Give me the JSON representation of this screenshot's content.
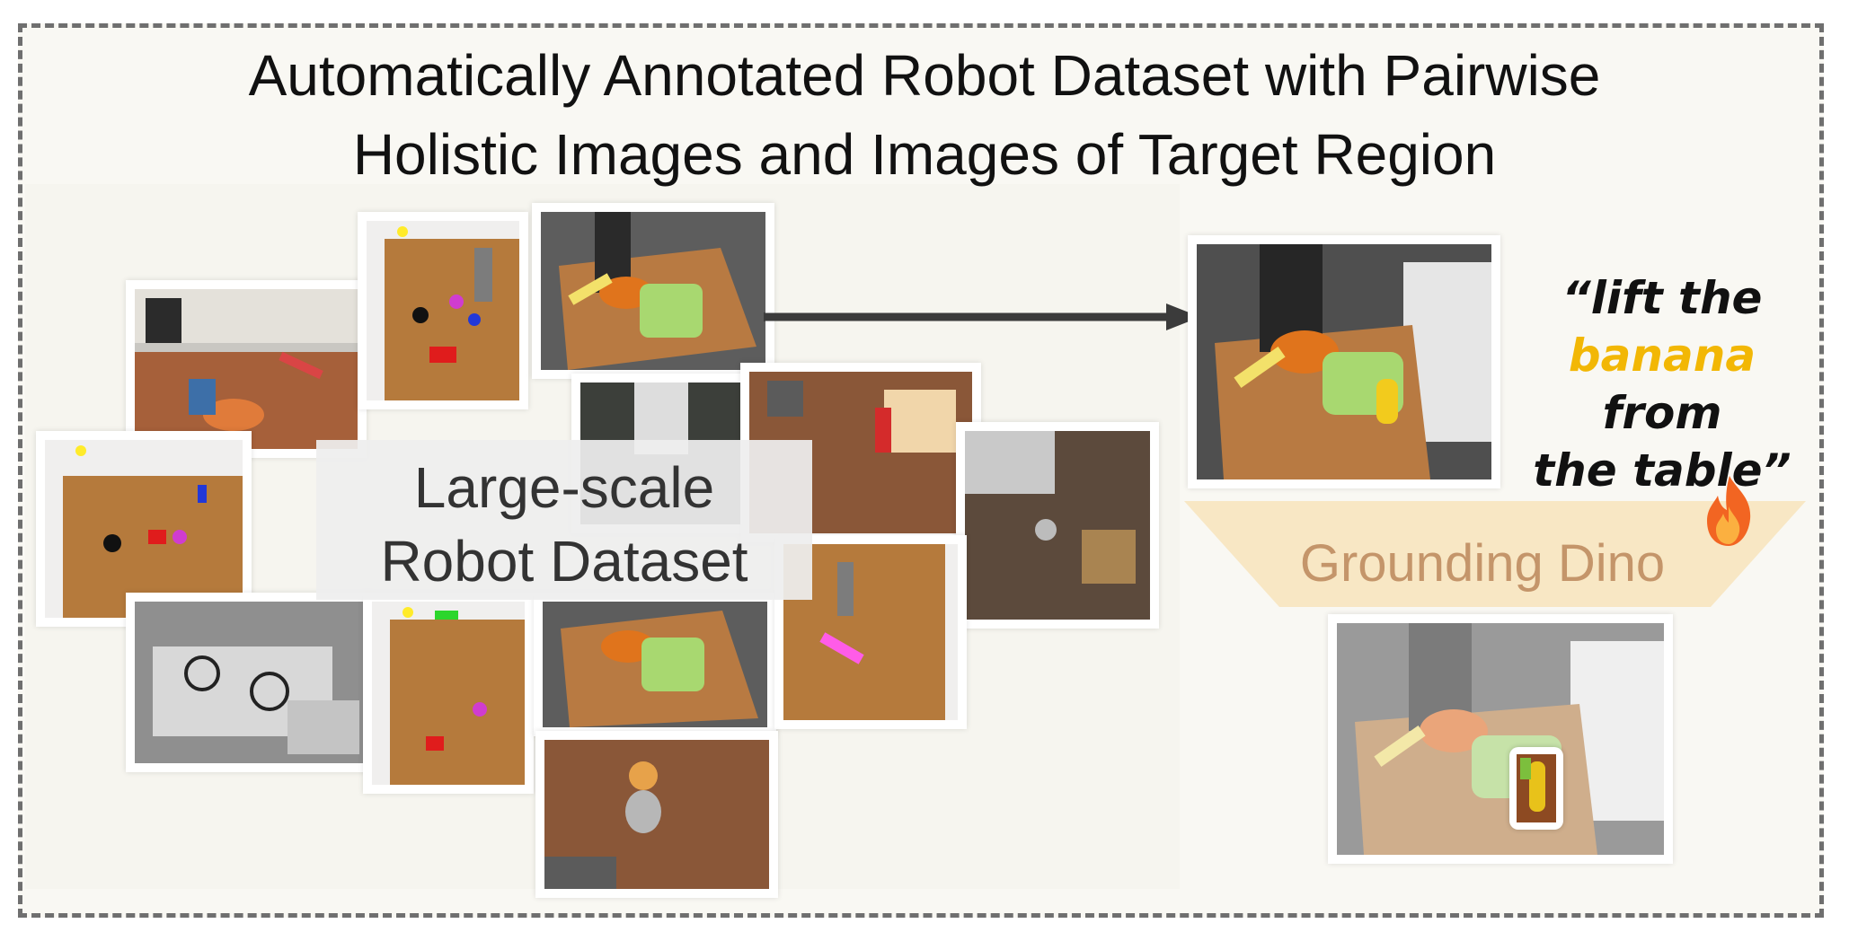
{
  "title": {
    "line1": "Automatically Annotated Robot Dataset with Pairwise",
    "line2": "Holistic Images and Images of Target Region"
  },
  "dataset_label": {
    "line1": "Large-scale",
    "line2": "Robot Dataset"
  },
  "instruction": {
    "line1": "“lift the",
    "highlight": "banana",
    "after_highlight": " from",
    "line3": "the table”"
  },
  "model_label": "Grounding Dino",
  "colors": {
    "frame_border": "#6f6f6f",
    "highlight": "#f2b705",
    "model_label": "#c4956a",
    "funnel": "#f8e7c4",
    "fire": "#f26522"
  },
  "icons": [
    "arrow-right-icon",
    "fire-icon"
  ]
}
